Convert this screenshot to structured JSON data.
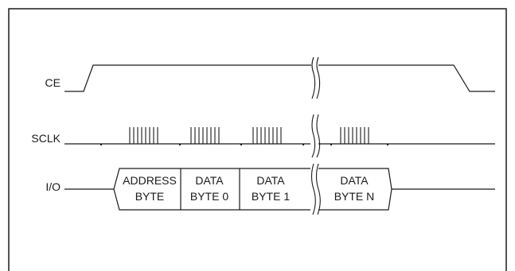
{
  "signals": {
    "ce": "CE",
    "sclk": "SCLK",
    "io": "I/O"
  },
  "segments": [
    {
      "line1": "ADDRESS",
      "line2": "BYTE"
    },
    {
      "line1": "DATA",
      "line2": "BYTE 0"
    },
    {
      "line1": "DATA",
      "line2": "BYTE 1"
    },
    {
      "line1": "DATA",
      "line2": "BYTE N"
    }
  ],
  "clock_bursts": [
    {
      "pulses": 8
    },
    {
      "pulses": 8
    },
    {
      "pulses": 8
    },
    {
      "pulses": 8
    }
  ]
}
